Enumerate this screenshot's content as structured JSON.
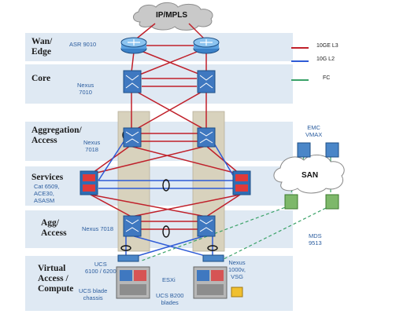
{
  "tiers": {
    "wan": "Wan/\nEdge",
    "core": "Core",
    "aggregation": "Aggregation/\nAccess",
    "services": "Services",
    "agg_access": "Agg/\nAccess",
    "virtual": "Virtual\nAccess /\nCompute"
  },
  "devices": {
    "asr": "ASR 9010",
    "nexus7010": "Nexus\n7010",
    "nexus7018a": "Nexus\n7018",
    "services": "Cat 6509,\nACE30,\nASASM",
    "nexus7018b": "Nexus 7018",
    "ucs": "UCS\n6100 / 6200",
    "ucs_chassis": "UCS blade\nchassis",
    "esxi": "ESXi",
    "ucs_b200": "UCS B200\nblades",
    "nexus1000v": "Nexus\n1000v,\nVSG",
    "emc": "EMC\nVMAX",
    "mds": "MDS\n9513"
  },
  "clouds": {
    "ipmpls": "IP/MPLS",
    "san": "SAN"
  },
  "legend": [
    {
      "label": "10GE L3",
      "color": "#c0202a"
    },
    {
      "label": "10G L2",
      "color": "#2e5bd6"
    },
    {
      "label": "FC",
      "color": "#3aa268"
    }
  ],
  "colors": {
    "l3": "#c0202a",
    "l2": "#2e5bd6",
    "fc": "#3aa268",
    "band": "#dfe9f3",
    "device_label": "#2a5c9e"
  }
}
